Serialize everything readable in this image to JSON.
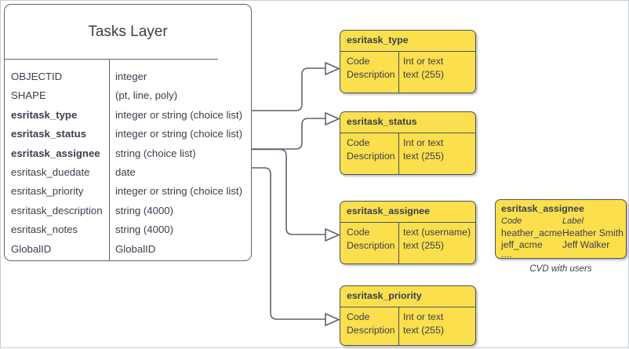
{
  "diagram": {
    "title_caption": "CVD with users"
  },
  "main_entity": {
    "title": "Tasks Layer",
    "fields": [
      {
        "name": "OBJECTID",
        "type": "integer",
        "key": false
      },
      {
        "name": "SHAPE",
        "type": "(pt, line, poly)",
        "key": false
      },
      {
        "name": "esritask_type",
        "type": "integer or string (choice list)",
        "key": true
      },
      {
        "name": "esritask_status",
        "type": "integer or string (choice list)",
        "key": true
      },
      {
        "name": "esritask_assignee",
        "type": "string (choice list)",
        "key": true
      },
      {
        "name": "esritask_duedate",
        "type": "date",
        "key": false
      },
      {
        "name": "esritask_priority",
        "type": "integer or string (choice list)",
        "key": false
      },
      {
        "name": "esritask_description",
        "type": "string (4000)",
        "key": false
      },
      {
        "name": "esritask_notes",
        "type": "string (4000)",
        "key": false
      },
      {
        "name": "GlobalID",
        "type": "GlobalID",
        "key": false
      }
    ]
  },
  "domain_boxes": [
    {
      "title": "esritask_type",
      "left_lines": [
        "Code",
        "Description"
      ],
      "right_lines": [
        "Int or text",
        "text (255)"
      ]
    },
    {
      "title": "esritask_status",
      "left_lines": [
        "Code",
        "Description"
      ],
      "right_lines": [
        "Int or text",
        "text (255)"
      ]
    },
    {
      "title": "esritask_assignee",
      "left_lines": [
        "Code",
        "Description"
      ],
      "right_lines": [
        "text  (username)",
        "text (255)"
      ]
    },
    {
      "title": "esritask_priority",
      "left_lines": [
        "Code",
        "Description"
      ],
      "right_lines": [
        "Int or text",
        "text (255)"
      ]
    }
  ],
  "cvd_box": {
    "title": "esritask_assignee",
    "header_code": "Code",
    "header_label": "Label",
    "rows": [
      {
        "code": "heather_acme",
        "label": "Heather Smith"
      },
      {
        "code": "jeff_acme",
        "label": "Jeff Walker"
      },
      {
        "code": "....",
        "label": ""
      }
    ]
  },
  "colors": {
    "domain_fill": "#fcdf4d",
    "line": "#5c6470",
    "text": "#38404d"
  }
}
